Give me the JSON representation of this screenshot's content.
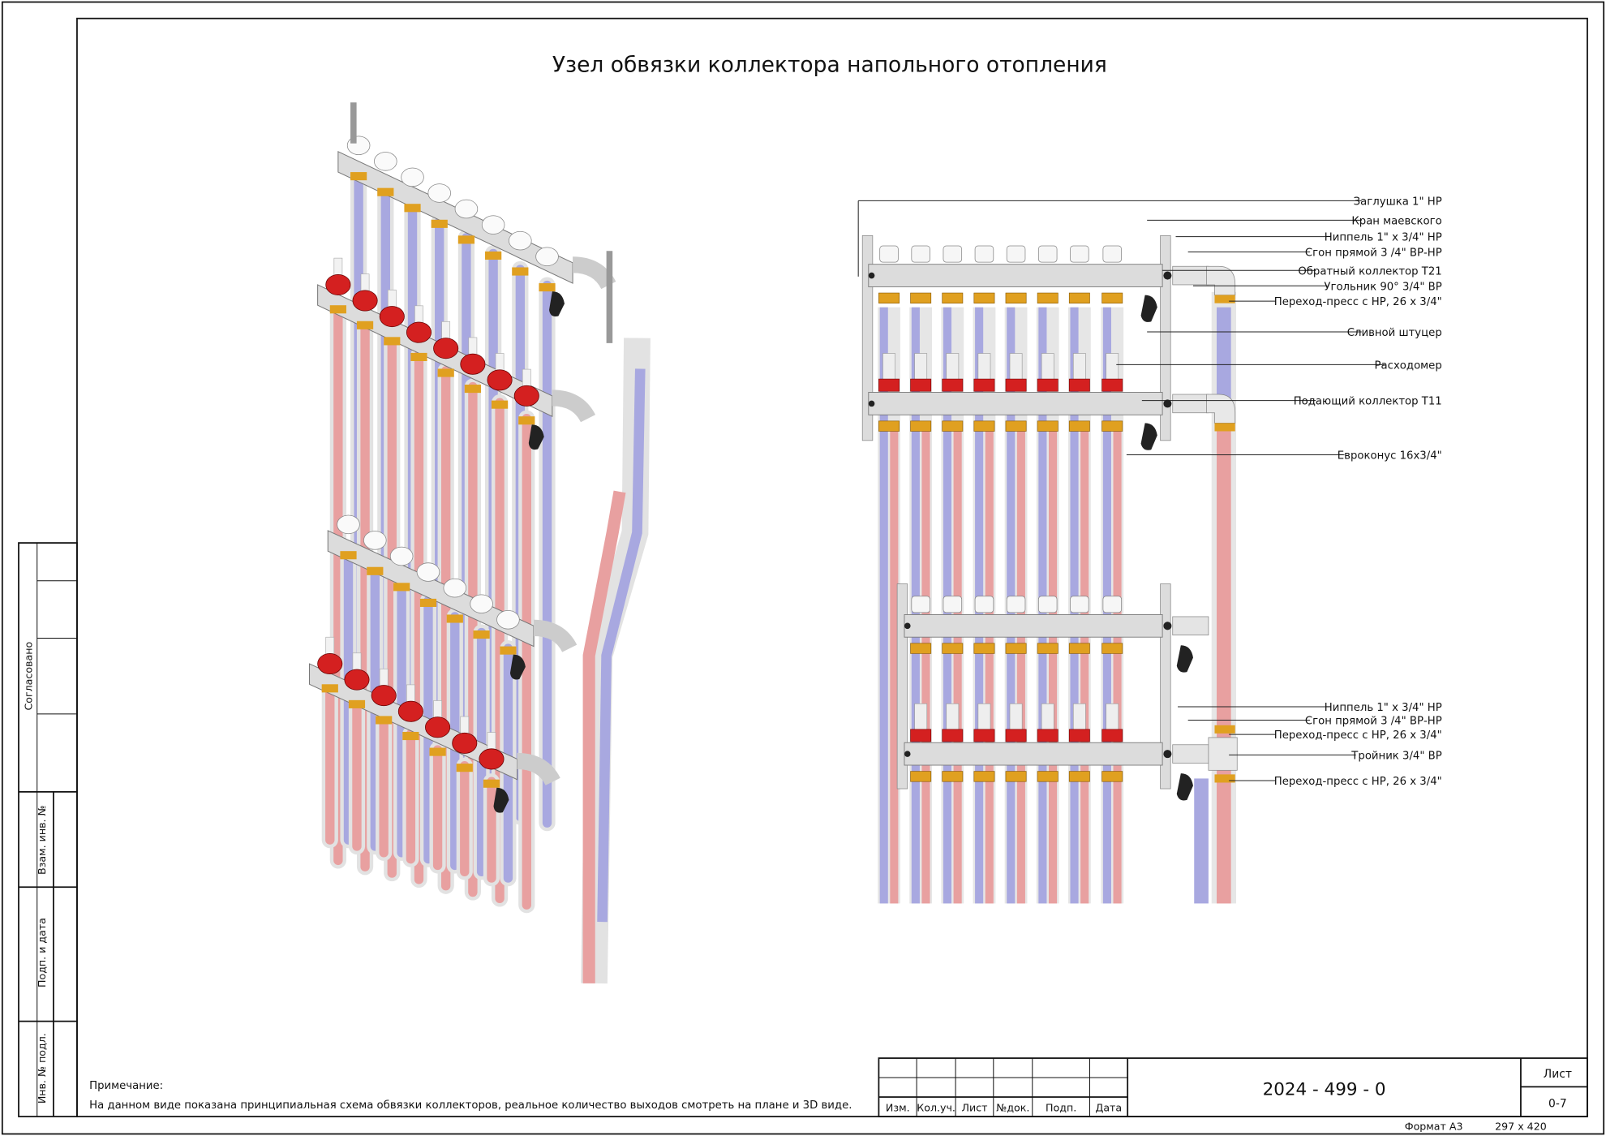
{
  "title": "Узел обвязки коллектора напольного отопления",
  "callouts_upper": [
    "Заглушка 1\" НР",
    "Кран маевского",
    "Ниппель 1\" х 3/4\" НР",
    "Сгон прямой 3 /4\" ВР-НР",
    "Обратный коллектор Т21",
    "Угольник 90° 3/4\" ВР",
    "Переход-пресс с НР, 26 х 3/4\"",
    "Сливной штуцер",
    "Расходомер",
    "Подающий коллектор Т11",
    "Евроконус 16х3/4\""
  ],
  "callouts_lower": [
    "Ниппель 1\" х 3/4\" НР",
    "Сгон прямой 3 /4\" ВР-НР",
    "Переход-пресс с НР, 26 х 3/4\"",
    "Тройник 3/4\" ВР",
    "Переход-пресс с НР, 26 х 3/4\""
  ],
  "side_stamp": [
    "Согласовано",
    "Взам. инв. №",
    "Подп. и дата",
    "Инв. № подл."
  ],
  "note": {
    "heading": "Примечание:",
    "text": "На данном виде показана принципиальная схема обвязки коллекторов, реальное количество выходов смотреть на плане и 3D виде."
  },
  "title_block": {
    "columns": [
      "Изм.",
      "Кол.уч.",
      "Лист",
      "№док.",
      "Подп.",
      "Дата"
    ],
    "doc_number": "2024 - 499 - 0",
    "sheet_label": "Лист",
    "sheet_value": "0-7",
    "format": "Формат А3",
    "size": "297 х 420"
  },
  "colors": {
    "supply": "#e8a0a0",
    "return": "#a8a8e0",
    "cap_red": "#d42020",
    "brass": "#e0a020",
    "steel": "#dcdcdc"
  }
}
